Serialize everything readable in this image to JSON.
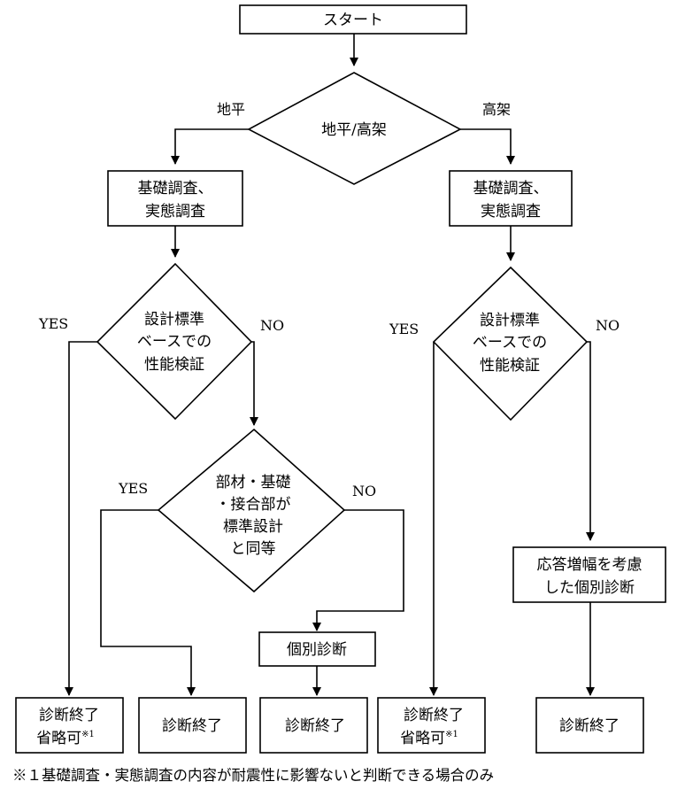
{
  "nodes": {
    "start": "スタート",
    "decision_ground_elevated": "地平/高架",
    "left_survey": [
      "基礎調査、",
      "実態調査"
    ],
    "right_survey": [
      "基礎調査、",
      "実態調査"
    ],
    "left_design_check": [
      "設計標準",
      "ベースでの",
      "性能検証"
    ],
    "right_design_check": [
      "設計標準",
      "ベースでの",
      "性能検証"
    ],
    "member_check": [
      "部材・基礎",
      "・接合部が",
      "標準設計",
      "と同等"
    ],
    "individual_diagnosis": "個別診断",
    "response_amplification_diagnosis": [
      "応答増幅を考慮",
      "した個別診断"
    ],
    "end_1": {
      "line1": "診断終了",
      "line2": "省略可",
      "note": "※1"
    },
    "end_2": "診断終了",
    "end_3": "診断終了",
    "end_4": {
      "line1": "診断終了",
      "line2": "省略可",
      "note": "※1"
    },
    "end_5": "診断終了"
  },
  "edge_labels": {
    "ground": "地平",
    "elevated": "高架",
    "left_yes": "YES",
    "left_no": "NO",
    "member_yes": "YES",
    "member_no": "NO",
    "right_yes": "YES",
    "right_no": "NO"
  },
  "footnote": "※１基礎調査・実態調査の内容が耐震性に影響ないと判断できる場合のみ"
}
